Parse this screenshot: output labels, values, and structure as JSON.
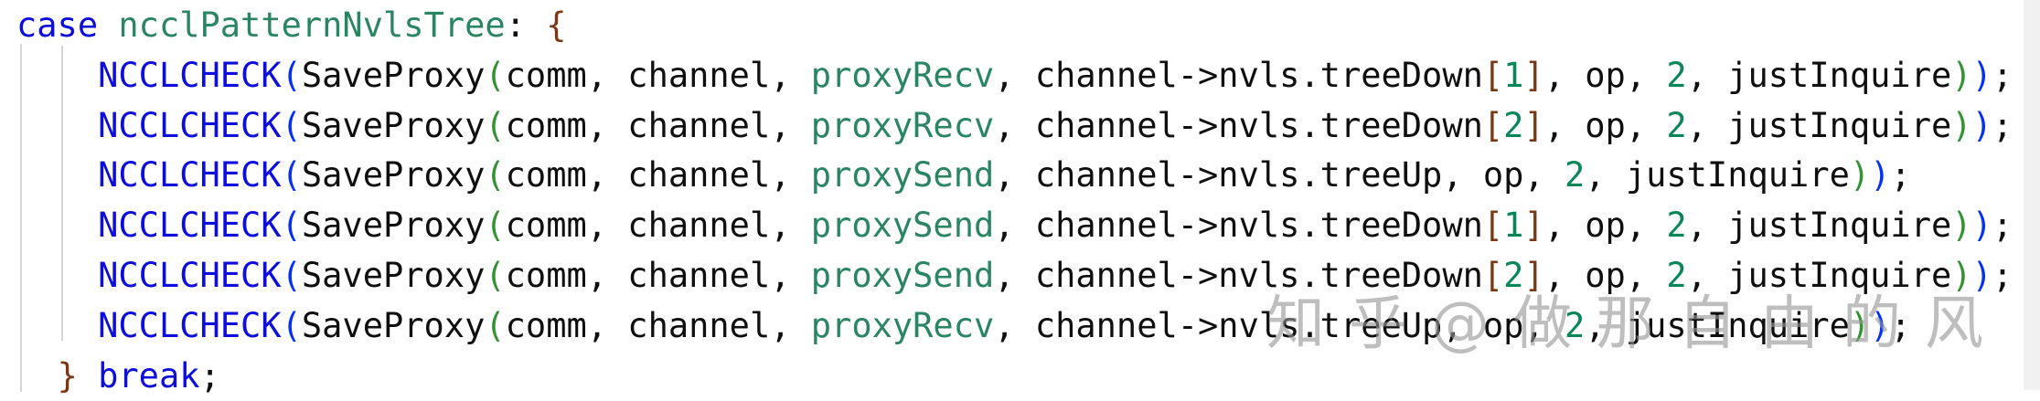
{
  "code": {
    "language": "cpp",
    "colors": {
      "pl": "#0f0f0f",
      "kw": "#0d0ddc",
      "ty": "#2a8563",
      "num": "#098658",
      "b1": "#0431fa",
      "b2": "#319331",
      "b3": "#7b3814",
      "guide": "#d6d6d6",
      "scrollbar": "#f1f1f1"
    },
    "lines": [
      {
        "tokens": [
          {
            "c": "kw",
            "t": "case"
          },
          {
            "c": "pl",
            "t": " "
          },
          {
            "c": "ty",
            "t": "ncclPatternNvlsTree"
          },
          {
            "c": "pl",
            "t": ": "
          },
          {
            "c": "b3",
            "t": "{"
          }
        ]
      },
      {
        "tokens": [
          {
            "c": "pl",
            "t": "    "
          },
          {
            "c": "kw",
            "t": "NCCLCHECK"
          },
          {
            "c": "b1",
            "t": "("
          },
          {
            "c": "pl",
            "t": "SaveProxy"
          },
          {
            "c": "b2",
            "t": "("
          },
          {
            "c": "pl",
            "t": "comm, channel, "
          },
          {
            "c": "ty",
            "t": "proxyRecv"
          },
          {
            "c": "pl",
            "t": ", channel->nvls.treeDown"
          },
          {
            "c": "b3",
            "t": "["
          },
          {
            "c": "num",
            "t": "1"
          },
          {
            "c": "b3",
            "t": "]"
          },
          {
            "c": "pl",
            "t": ", op, "
          },
          {
            "c": "num",
            "t": "2"
          },
          {
            "c": "pl",
            "t": ", justInquire"
          },
          {
            "c": "b2",
            "t": ")"
          },
          {
            "c": "b1",
            "t": ")"
          },
          {
            "c": "pl",
            "t": ";"
          }
        ]
      },
      {
        "tokens": [
          {
            "c": "pl",
            "t": "    "
          },
          {
            "c": "kw",
            "t": "NCCLCHECK"
          },
          {
            "c": "b1",
            "t": "("
          },
          {
            "c": "pl",
            "t": "SaveProxy"
          },
          {
            "c": "b2",
            "t": "("
          },
          {
            "c": "pl",
            "t": "comm, channel, "
          },
          {
            "c": "ty",
            "t": "proxyRecv"
          },
          {
            "c": "pl",
            "t": ", channel->nvls.treeDown"
          },
          {
            "c": "b3",
            "t": "["
          },
          {
            "c": "num",
            "t": "2"
          },
          {
            "c": "b3",
            "t": "]"
          },
          {
            "c": "pl",
            "t": ", op, "
          },
          {
            "c": "num",
            "t": "2"
          },
          {
            "c": "pl",
            "t": ", justInquire"
          },
          {
            "c": "b2",
            "t": ")"
          },
          {
            "c": "b1",
            "t": ")"
          },
          {
            "c": "pl",
            "t": ";"
          }
        ]
      },
      {
        "tokens": [
          {
            "c": "pl",
            "t": "    "
          },
          {
            "c": "kw",
            "t": "NCCLCHECK"
          },
          {
            "c": "b1",
            "t": "("
          },
          {
            "c": "pl",
            "t": "SaveProxy"
          },
          {
            "c": "b2",
            "t": "("
          },
          {
            "c": "pl",
            "t": "comm, channel, "
          },
          {
            "c": "ty",
            "t": "proxySend"
          },
          {
            "c": "pl",
            "t": ", channel->nvls.treeUp, op, "
          },
          {
            "c": "num",
            "t": "2"
          },
          {
            "c": "pl",
            "t": ", justInquire"
          },
          {
            "c": "b2",
            "t": ")"
          },
          {
            "c": "b1",
            "t": ")"
          },
          {
            "c": "pl",
            "t": ";"
          }
        ]
      },
      {
        "tokens": [
          {
            "c": "pl",
            "t": "    "
          },
          {
            "c": "kw",
            "t": "NCCLCHECK"
          },
          {
            "c": "b1",
            "t": "("
          },
          {
            "c": "pl",
            "t": "SaveProxy"
          },
          {
            "c": "b2",
            "t": "("
          },
          {
            "c": "pl",
            "t": "comm, channel, "
          },
          {
            "c": "ty",
            "t": "proxySend"
          },
          {
            "c": "pl",
            "t": ", channel->nvls.treeDown"
          },
          {
            "c": "b3",
            "t": "["
          },
          {
            "c": "num",
            "t": "1"
          },
          {
            "c": "b3",
            "t": "]"
          },
          {
            "c": "pl",
            "t": ", op, "
          },
          {
            "c": "num",
            "t": "2"
          },
          {
            "c": "pl",
            "t": ", justInquire"
          },
          {
            "c": "b2",
            "t": ")"
          },
          {
            "c": "b1",
            "t": ")"
          },
          {
            "c": "pl",
            "t": ";"
          }
        ]
      },
      {
        "tokens": [
          {
            "c": "pl",
            "t": "    "
          },
          {
            "c": "kw",
            "t": "NCCLCHECK"
          },
          {
            "c": "b1",
            "t": "("
          },
          {
            "c": "pl",
            "t": "SaveProxy"
          },
          {
            "c": "b2",
            "t": "("
          },
          {
            "c": "pl",
            "t": "comm, channel, "
          },
          {
            "c": "ty",
            "t": "proxySend"
          },
          {
            "c": "pl",
            "t": ", channel->nvls.treeDown"
          },
          {
            "c": "b3",
            "t": "["
          },
          {
            "c": "num",
            "t": "2"
          },
          {
            "c": "b3",
            "t": "]"
          },
          {
            "c": "pl",
            "t": ", op, "
          },
          {
            "c": "num",
            "t": "2"
          },
          {
            "c": "pl",
            "t": ", justInquire"
          },
          {
            "c": "b2",
            "t": ")"
          },
          {
            "c": "b1",
            "t": ")"
          },
          {
            "c": "pl",
            "t": ";"
          }
        ]
      },
      {
        "tokens": [
          {
            "c": "pl",
            "t": "    "
          },
          {
            "c": "kw",
            "t": "NCCLCHECK"
          },
          {
            "c": "b1",
            "t": "("
          },
          {
            "c": "pl",
            "t": "SaveProxy"
          },
          {
            "c": "b2",
            "t": "("
          },
          {
            "c": "pl",
            "t": "comm, channel, "
          },
          {
            "c": "ty",
            "t": "proxyRecv"
          },
          {
            "c": "pl",
            "t": ", channel->nvls.treeUp, op, "
          },
          {
            "c": "num",
            "t": "2"
          },
          {
            "c": "pl",
            "t": ", justInquire"
          },
          {
            "c": "b2",
            "t": ")"
          },
          {
            "c": "b1",
            "t": ")"
          },
          {
            "c": "pl",
            "t": ";"
          }
        ]
      },
      {
        "tokens": [
          {
            "c": "pl",
            "t": "  "
          },
          {
            "c": "b3",
            "t": "}"
          },
          {
            "c": "pl",
            "t": " "
          },
          {
            "c": "kw",
            "t": "break"
          },
          {
            "c": "pl",
            "t": ";"
          }
        ]
      }
    ]
  },
  "watermark": {
    "text": "知乎@做那自由的风"
  }
}
